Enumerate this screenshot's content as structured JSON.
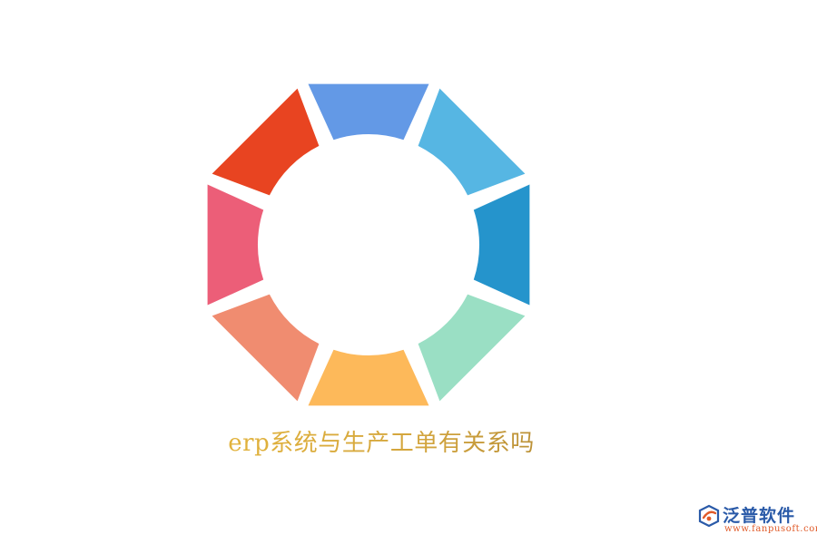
{
  "caption": "erp系统与生产工单有关系吗",
  "ring": {
    "segment_colors": [
      "#6399e6",
      "#56b6e3",
      "#2594cc",
      "#9adfc4",
      "#fdb95a",
      "#f08c70",
      "#ec5e78",
      "#e84421"
    ]
  },
  "logo": {
    "name": "泛普软件",
    "domain": "www.fanpusoft.com",
    "colors": {
      "blue": "#2a5aa8",
      "orange": "#e05a28"
    }
  }
}
